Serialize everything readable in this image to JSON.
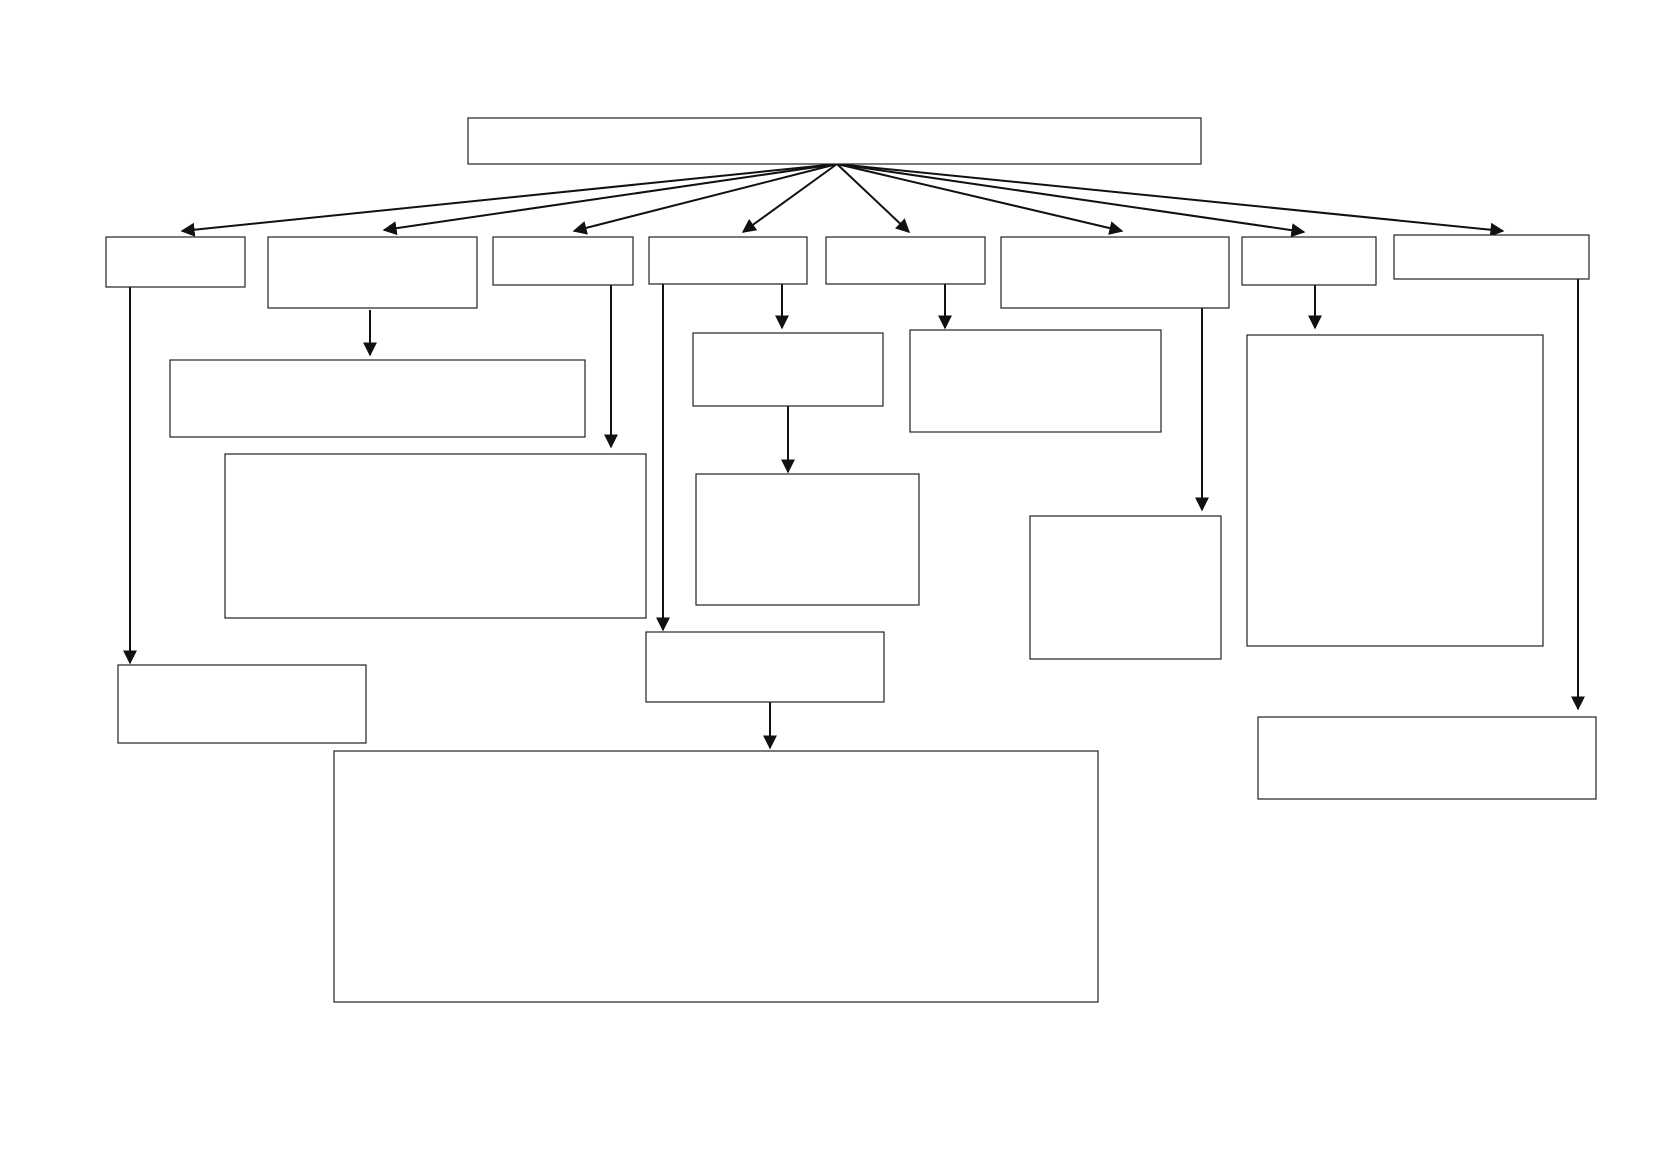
{
  "diagram": {
    "type": "blank hierarchy flowchart template",
    "stroke_color": "#222222",
    "background_color": "#ffffff",
    "root": {
      "id": "root",
      "label": ""
    },
    "nodes": [
      {
        "id": "root",
        "label": ""
      },
      {
        "id": "c1",
        "label": ""
      },
      {
        "id": "c2",
        "label": ""
      },
      {
        "id": "c3",
        "label": ""
      },
      {
        "id": "c4",
        "label": ""
      },
      {
        "id": "c5",
        "label": ""
      },
      {
        "id": "c6",
        "label": ""
      },
      {
        "id": "c7",
        "label": ""
      },
      {
        "id": "c8",
        "label": ""
      },
      {
        "id": "c1-d1",
        "label": ""
      },
      {
        "id": "c2-d1",
        "label": ""
      },
      {
        "id": "c3-d1",
        "label": ""
      },
      {
        "id": "c4-d1",
        "label": ""
      },
      {
        "id": "c4-d1-d1",
        "label": ""
      },
      {
        "id": "c4-d2",
        "label": ""
      },
      {
        "id": "c4-d2-d1",
        "label": ""
      },
      {
        "id": "c5-d1",
        "label": ""
      },
      {
        "id": "c6-d1",
        "label": ""
      },
      {
        "id": "c7-d1",
        "label": ""
      },
      {
        "id": "c8-d1",
        "label": ""
      }
    ],
    "edges": [
      {
        "from": "root",
        "to": "c1"
      },
      {
        "from": "root",
        "to": "c2"
      },
      {
        "from": "root",
        "to": "c3"
      },
      {
        "from": "root",
        "to": "c4"
      },
      {
        "from": "root",
        "to": "c5"
      },
      {
        "from": "root",
        "to": "c6"
      },
      {
        "from": "root",
        "to": "c7"
      },
      {
        "from": "root",
        "to": "c8"
      },
      {
        "from": "c1",
        "to": "c1-d1"
      },
      {
        "from": "c2",
        "to": "c2-d1"
      },
      {
        "from": "c3",
        "to": "c3-d1"
      },
      {
        "from": "c4",
        "to": "c4-d1"
      },
      {
        "from": "c4-d1",
        "to": "c4-d1-d1"
      },
      {
        "from": "c4",
        "to": "c4-d2"
      },
      {
        "from": "c4-d2",
        "to": "c4-d2-d1"
      },
      {
        "from": "c5",
        "to": "c5-d1"
      },
      {
        "from": "c6",
        "to": "c6-d1"
      },
      {
        "from": "c7",
        "to": "c7-d1"
      },
      {
        "from": "c8",
        "to": "c8-d1"
      }
    ]
  }
}
